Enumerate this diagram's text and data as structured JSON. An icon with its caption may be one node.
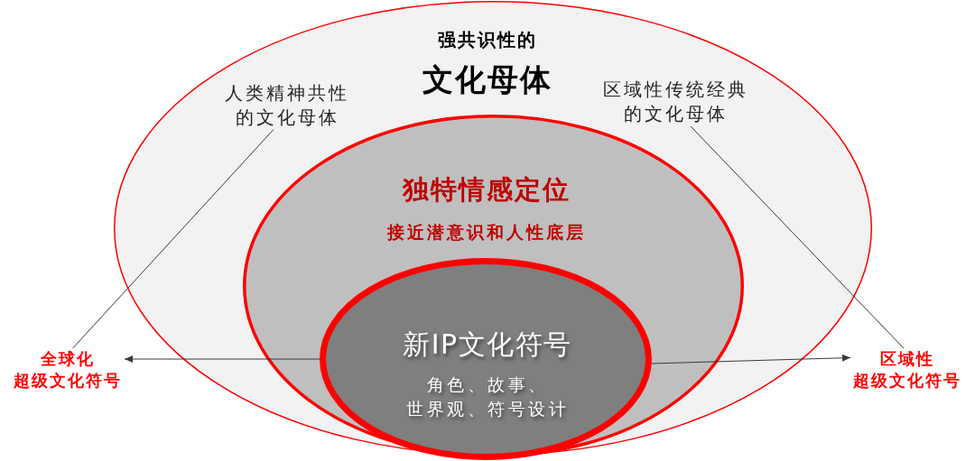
{
  "diagram": {
    "nodes": [
      {
        "text": [
          "强共识性的",
          "文化母体"
        ]
      },
      {
        "text": [
          "人类精神共性的文化母体"
        ],
        "in": 0
      },
      {
        "text": [
          "区域性传统经典的文化母体"
        ],
        "in": 0
      },
      {
        "text": [
          "独特情感定位",
          "接近潜意识和人性底层"
        ],
        "in": 0
      },
      {
        "text": [
          "新IP文化符号",
          "角色、故事、世界观、符号设计"
        ],
        "in": 3
      },
      {
        "text": [
          "全球化",
          "超级文化符号"
        ]
      },
      {
        "text": [
          "区域性",
          "超级文化符号"
        ]
      }
    ],
    "edges": [
      {
        "from": 1,
        "to": 5,
        "arrow": "none"
      },
      {
        "from": 2,
        "to": 6,
        "arrow": "none"
      },
      {
        "from": 4,
        "to": 5,
        "arrow": "to"
      },
      {
        "from": 4,
        "to": 6,
        "arrow": "to"
      }
    ]
  }
}
